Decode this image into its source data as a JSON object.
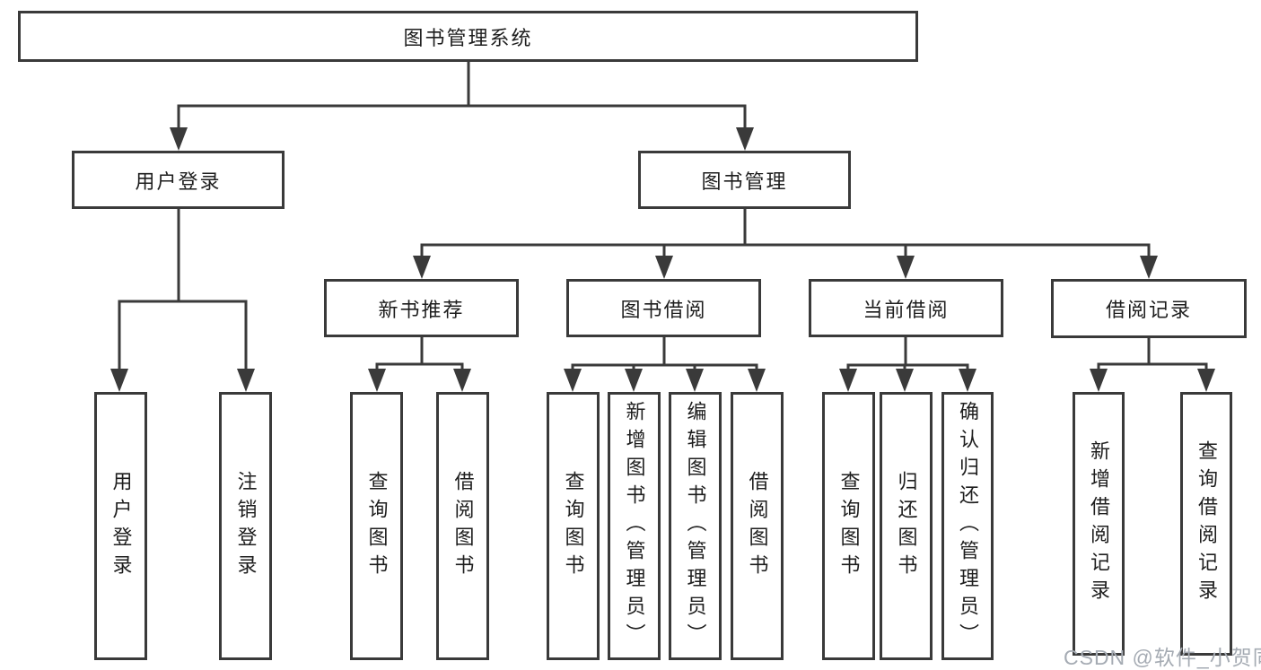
{
  "diagram": {
    "root": {
      "label": "图书管理系统"
    },
    "branches": [
      {
        "label": "用户登录",
        "children": [
          {
            "label": "用户登录"
          },
          {
            "label": "注销登录"
          }
        ]
      },
      {
        "label": "图书管理",
        "children": [
          {
            "label": "新书推荐",
            "children": [
              {
                "label": "查询图书"
              },
              {
                "label": "借阅图书"
              }
            ]
          },
          {
            "label": "图书借阅",
            "children": [
              {
                "label": "查询图书"
              },
              {
                "label": "新增图书（管理员）"
              },
              {
                "label": "编辑图书（管理员）"
              },
              {
                "label": "借阅图书"
              }
            ]
          },
          {
            "label": "当前借阅",
            "children": [
              {
                "label": "查询图书"
              },
              {
                "label": "归还图书"
              },
              {
                "label": "确认归还（管理员）"
              }
            ]
          },
          {
            "label": "借阅记录",
            "children": [
              {
                "label": "新增借阅记录"
              },
              {
                "label": "查询借阅记录"
              }
            ]
          }
        ]
      }
    ]
  },
  "watermark": {
    "text": "CSDN @软件_小贺同学"
  },
  "colors": {
    "line": "#3a3a3a",
    "text": "#1e1e1e",
    "watermark": "#a5abb3",
    "background": "#ffffff"
  }
}
